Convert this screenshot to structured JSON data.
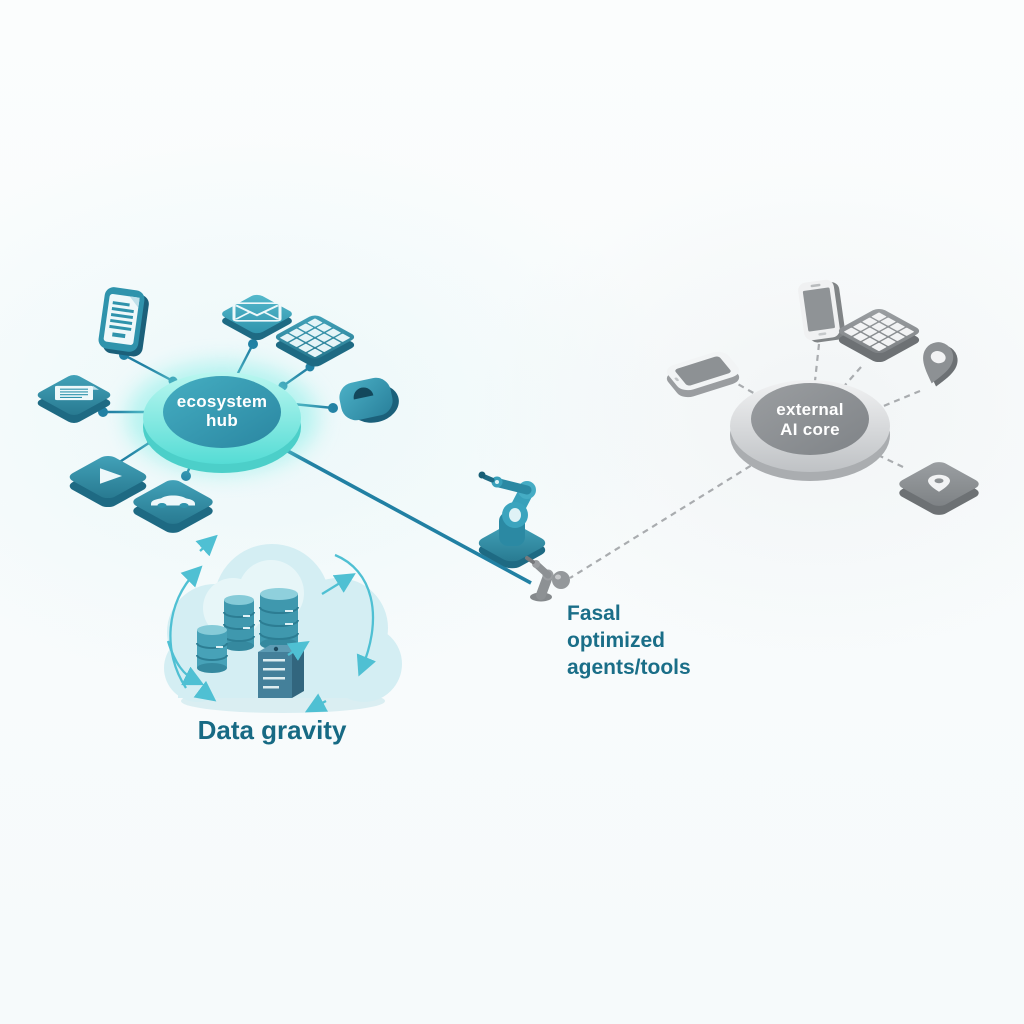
{
  "hub": {
    "label": "ecosystem\nhub",
    "connected_icons": [
      "document-icon",
      "notes-document-icon",
      "envelope-icon",
      "spreadsheet-grid-icon",
      "lock-icon",
      "play-tile-icon",
      "car-tile-icon"
    ]
  },
  "core": {
    "label": "external\nAI core",
    "connected_icons": [
      "flat-phone-icon",
      "smartphone-icon",
      "keypad-grid-icon",
      "map-pin-3d-icon",
      "map-pin-tile-icon"
    ]
  },
  "agents": {
    "label": "Fasal\noptimized\nagents/tools",
    "icons": [
      "robot-arm-teal-icon",
      "robot-arm-gray-icon"
    ]
  },
  "data_gravity": {
    "label": "Data gravity",
    "icons": [
      "cloud-icon",
      "database-stack-icon",
      "server-tower-icon",
      "circulation-arrows-icon"
    ]
  },
  "colors": {
    "accent_teal": "#2f93ac",
    "bright_cyan": "#5fe3da",
    "line_teal": "#2180a3",
    "label_teal": "#1a6e88",
    "gray": "#8d9194",
    "dashed_gray": "#a9acaf",
    "cloud_fill": "#d4eef3",
    "background": "#fafdfd"
  }
}
